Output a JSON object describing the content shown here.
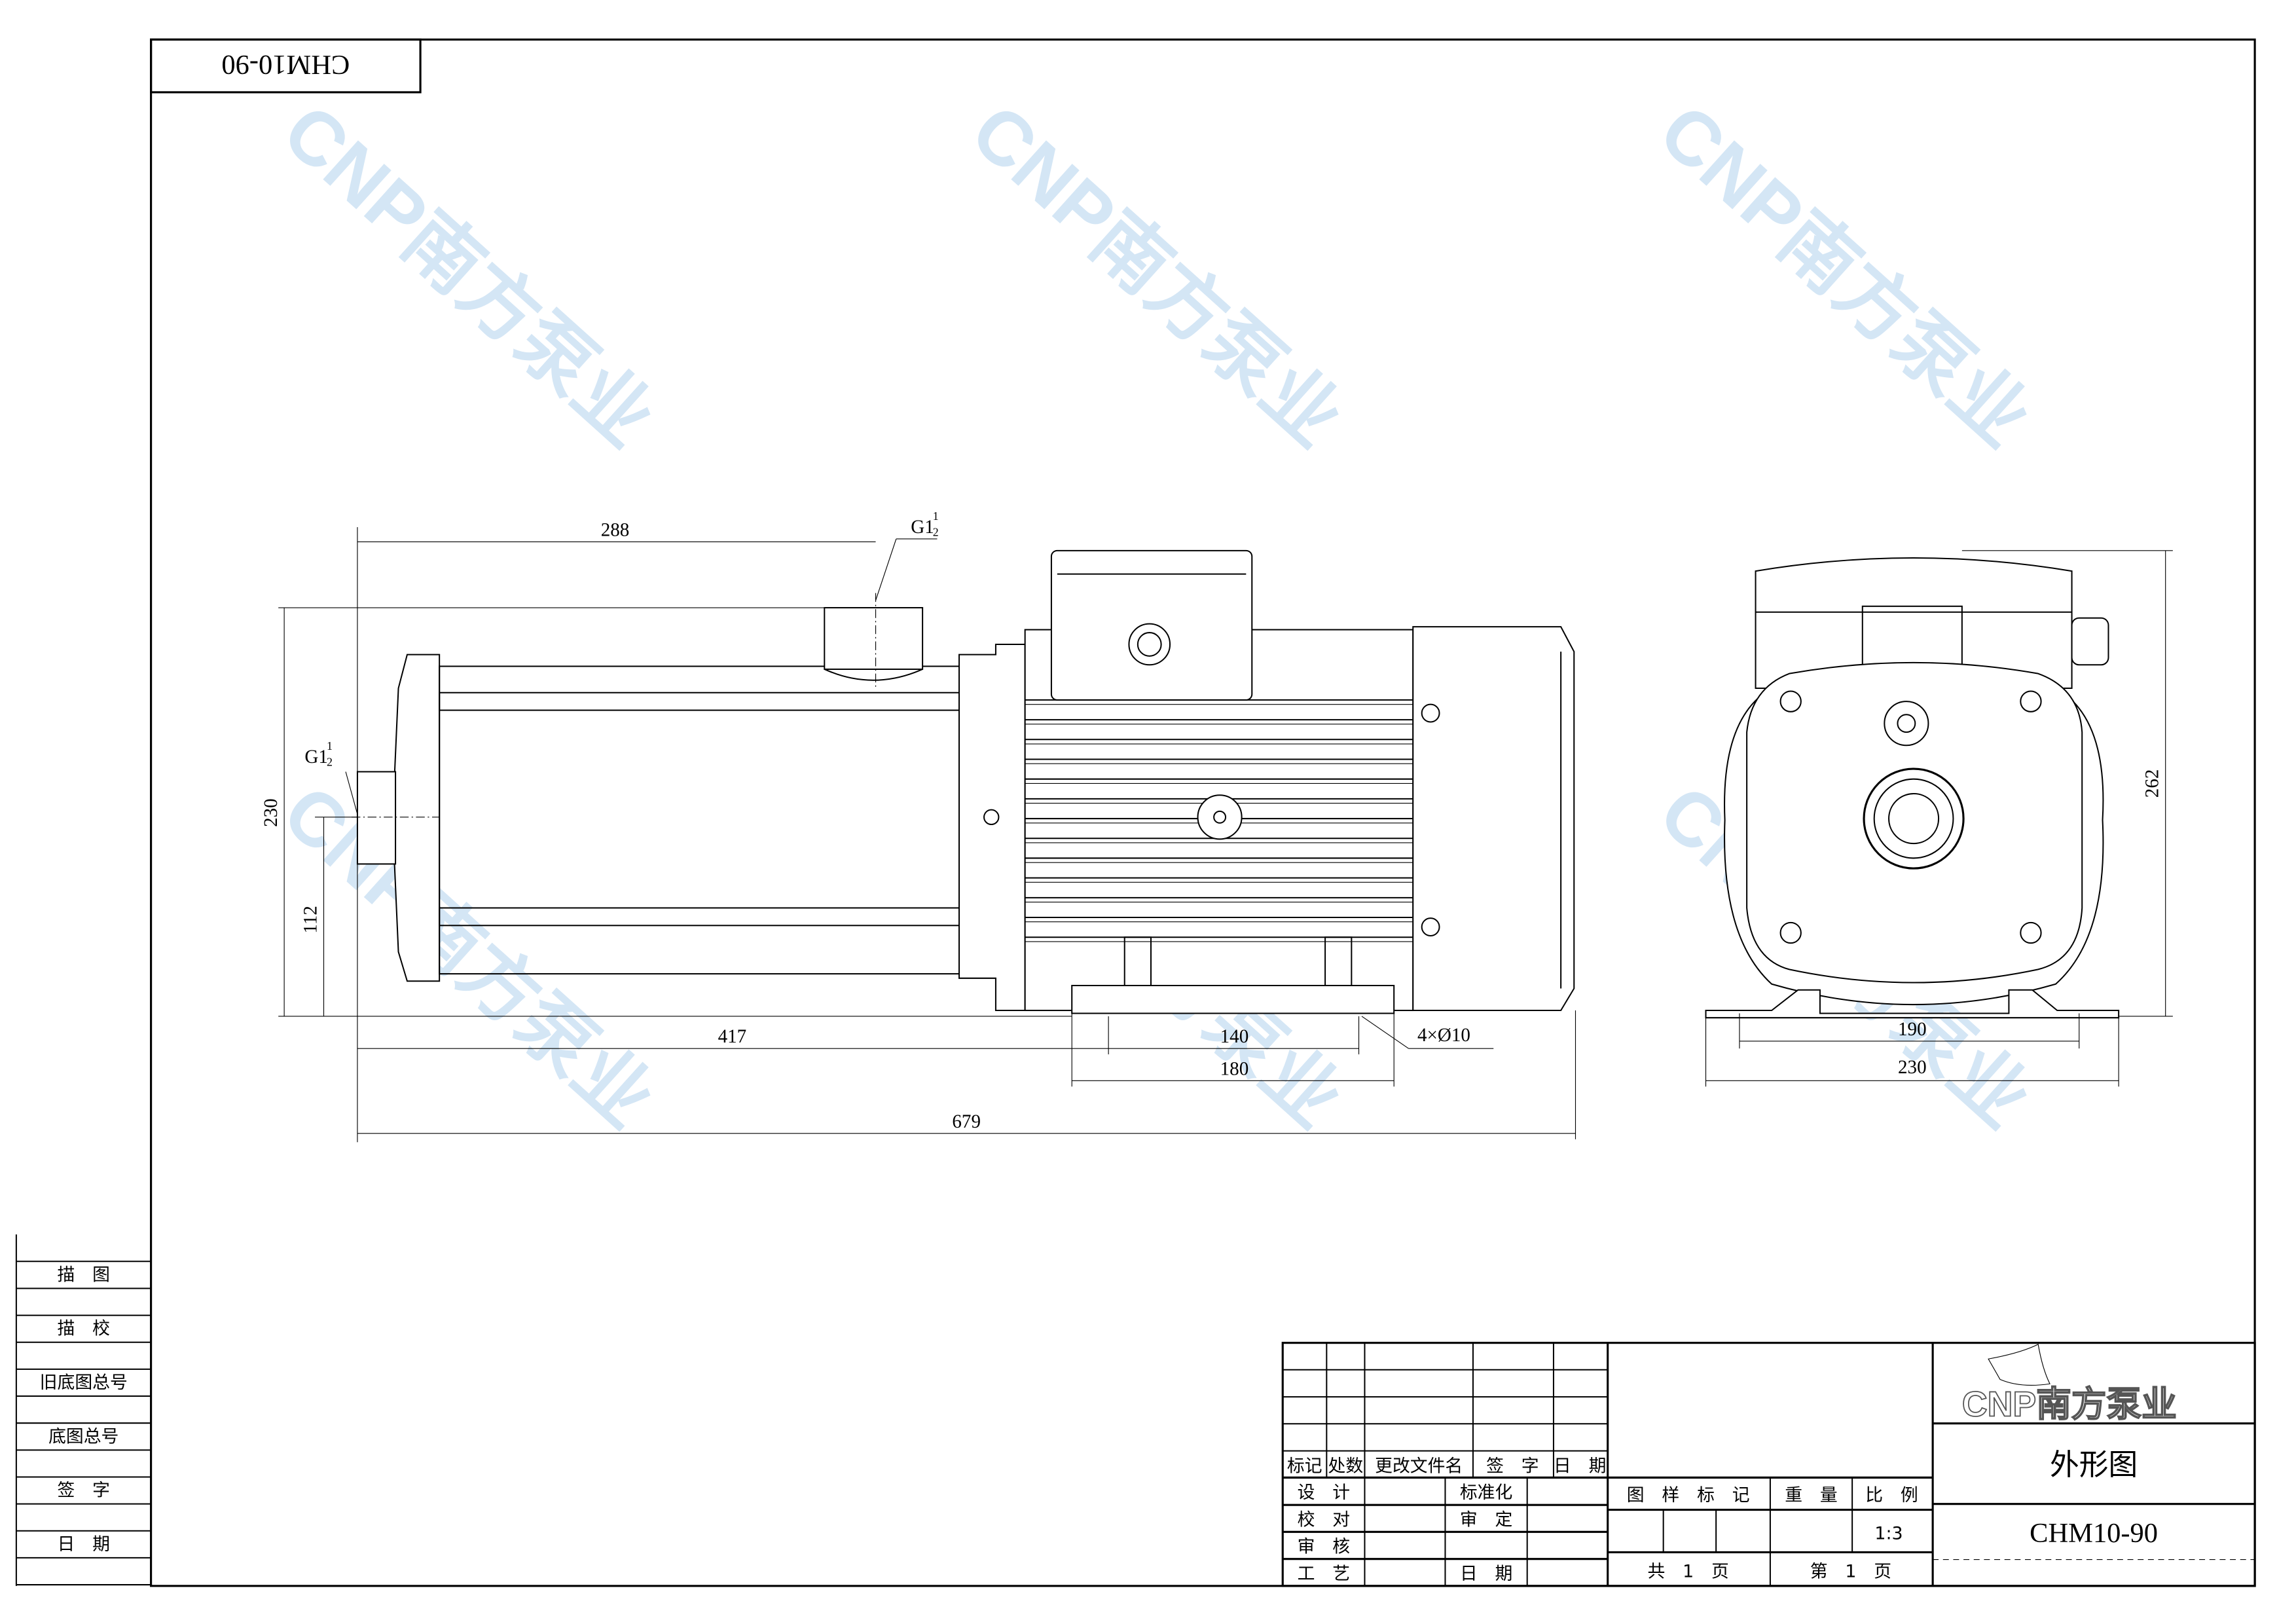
{
  "drawing": {
    "model_tab": "CHM10-90",
    "watermark_text": "CNP南方泵业",
    "side_view": {
      "dim_outlet_pos": "288",
      "outlet_thread_main": "G1",
      "outlet_thread_frac_num": "1",
      "outlet_thread_frac_den": "2",
      "inlet_thread_main": "G1",
      "inlet_thread_frac_num": "1",
      "inlet_thread_frac_den": "2",
      "dim_height": "230",
      "dim_shaft_height": "112",
      "dim_foot_pos": "417",
      "dim_hole_spacing": "140",
      "dim_foot_length": "180",
      "dim_total_length": "679",
      "dim_holes": "4×Ø10"
    },
    "front_view": {
      "dim_height": "262",
      "dim_hole_spacing": "190",
      "dim_base_width": "230"
    }
  },
  "left_strip": [
    "描　图",
    "描　校",
    "旧底图总号",
    "底图总号",
    "签　字",
    "日　期"
  ],
  "title_block": {
    "rev_headers": [
      "标记",
      "处数",
      "更改文件名",
      "签　字",
      "日　期"
    ],
    "approval_labels": [
      "设　计",
      "校　对",
      "审　核",
      "工　艺"
    ],
    "approval_labels_2": [
      "标准化",
      "审　定",
      "",
      "日　期"
    ],
    "mid_headers": {
      "drawing_mark": "图　样　标　记",
      "weight": "重　量",
      "scale": "比　例"
    },
    "scale_value": "1:3",
    "sheets_total": "共　1　页",
    "sheet_number": "第　1　页",
    "company_logo": "CNP南方泵业",
    "drawing_title": "外形图",
    "drawing_number": "CHM10-90"
  }
}
